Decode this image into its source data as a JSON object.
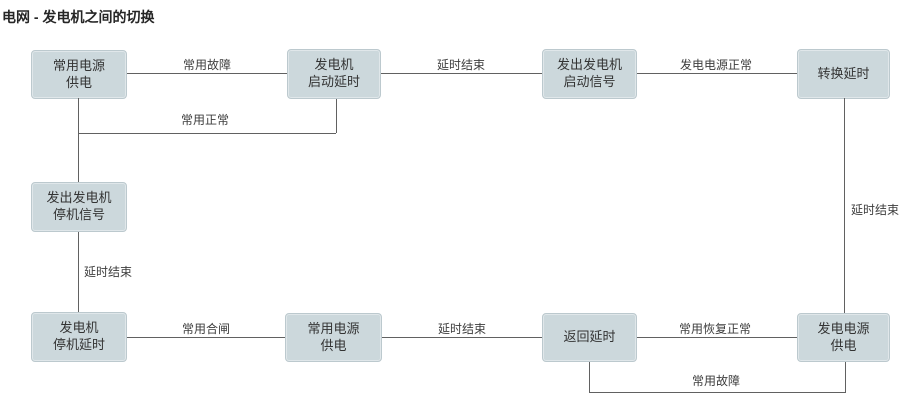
{
  "title": "电网 - 发电机之间的切换",
  "colors": {
    "node_fill": "#ccd8dc",
    "node_border": "#bcc9ce",
    "line": "#616161",
    "node_text": "#333333",
    "label_text": "#3d3d3d",
    "background": "#ffffff"
  },
  "nodes": [
    {
      "id": "normal-power-supply-start",
      "label": "常用电源\n供电"
    },
    {
      "id": "generator-start-delay",
      "label": "发电机\n启动延时"
    },
    {
      "id": "send-generator-start-signal",
      "label": "发出发电机\n启动信号"
    },
    {
      "id": "transfer-delay",
      "label": "转换延时"
    },
    {
      "id": "send-generator-stop-signal",
      "label": "发出发电机\n停机信号"
    },
    {
      "id": "generator-stop-delay",
      "label": "发电机\n停机延时"
    },
    {
      "id": "normal-power-supply-return",
      "label": "常用电源\n供电"
    },
    {
      "id": "return-delay",
      "label": "返回延时"
    },
    {
      "id": "generator-power-supply",
      "label": "发电电源\n供电"
    }
  ],
  "edge_labels": [
    {
      "id": "normal-fault-top",
      "label": "常用故障"
    },
    {
      "id": "normal-ok",
      "label": "常用正常"
    },
    {
      "id": "delay-end-top",
      "label": "延时结束"
    },
    {
      "id": "generator-power-ok",
      "label": "发电电源正常"
    },
    {
      "id": "delay-end-right",
      "label": "延时结束"
    },
    {
      "id": "delay-end-left",
      "label": "延时结束"
    },
    {
      "id": "normal-closing",
      "label": "常用合闸"
    },
    {
      "id": "delay-end-bottom",
      "label": "延时结束"
    },
    {
      "id": "normal-restored",
      "label": "常用恢复正常"
    },
    {
      "id": "normal-fault-bottom",
      "label": "常用故障"
    }
  ]
}
